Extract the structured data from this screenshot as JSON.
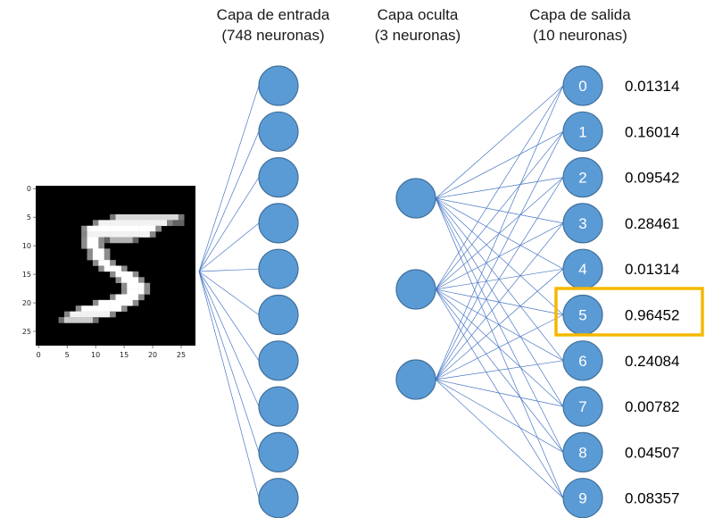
{
  "titles": {
    "input_line1": "Capa de entrada",
    "input_line2": "(748 neuronas)",
    "hidden_line1": "Capa oculta",
    "hidden_line2": "(3 neuronas)",
    "output_line1": "Capa de salida",
    "output_line2": "(10 neuronas)"
  },
  "digit_image": {
    "x_ticks": [
      "0",
      "5",
      "10",
      "15",
      "20",
      "25"
    ],
    "y_ticks": [
      "0",
      "5",
      "10",
      "15",
      "20",
      "25"
    ]
  },
  "output_neurons": [
    {
      "label": "0",
      "value": "0.01314"
    },
    {
      "label": "1",
      "value": "0.16014"
    },
    {
      "label": "2",
      "value": "0.09542"
    },
    {
      "label": "3",
      "value": "0.28461"
    },
    {
      "label": "4",
      "value": "0.01314"
    },
    {
      "label": "5",
      "value": "0.96452"
    },
    {
      "label": "6",
      "value": "0.24084"
    },
    {
      "label": "7",
      "value": "0.00782"
    },
    {
      "label": "8",
      "value": "0.04507"
    },
    {
      "label": "9",
      "value": "0.08357"
    }
  ],
  "highlight": {
    "index": 5,
    "color": "#f5b800"
  },
  "colors": {
    "neuron_fill": "#5b9bd5",
    "neuron_stroke": "#41719c",
    "connection": "#4a78c4"
  }
}
